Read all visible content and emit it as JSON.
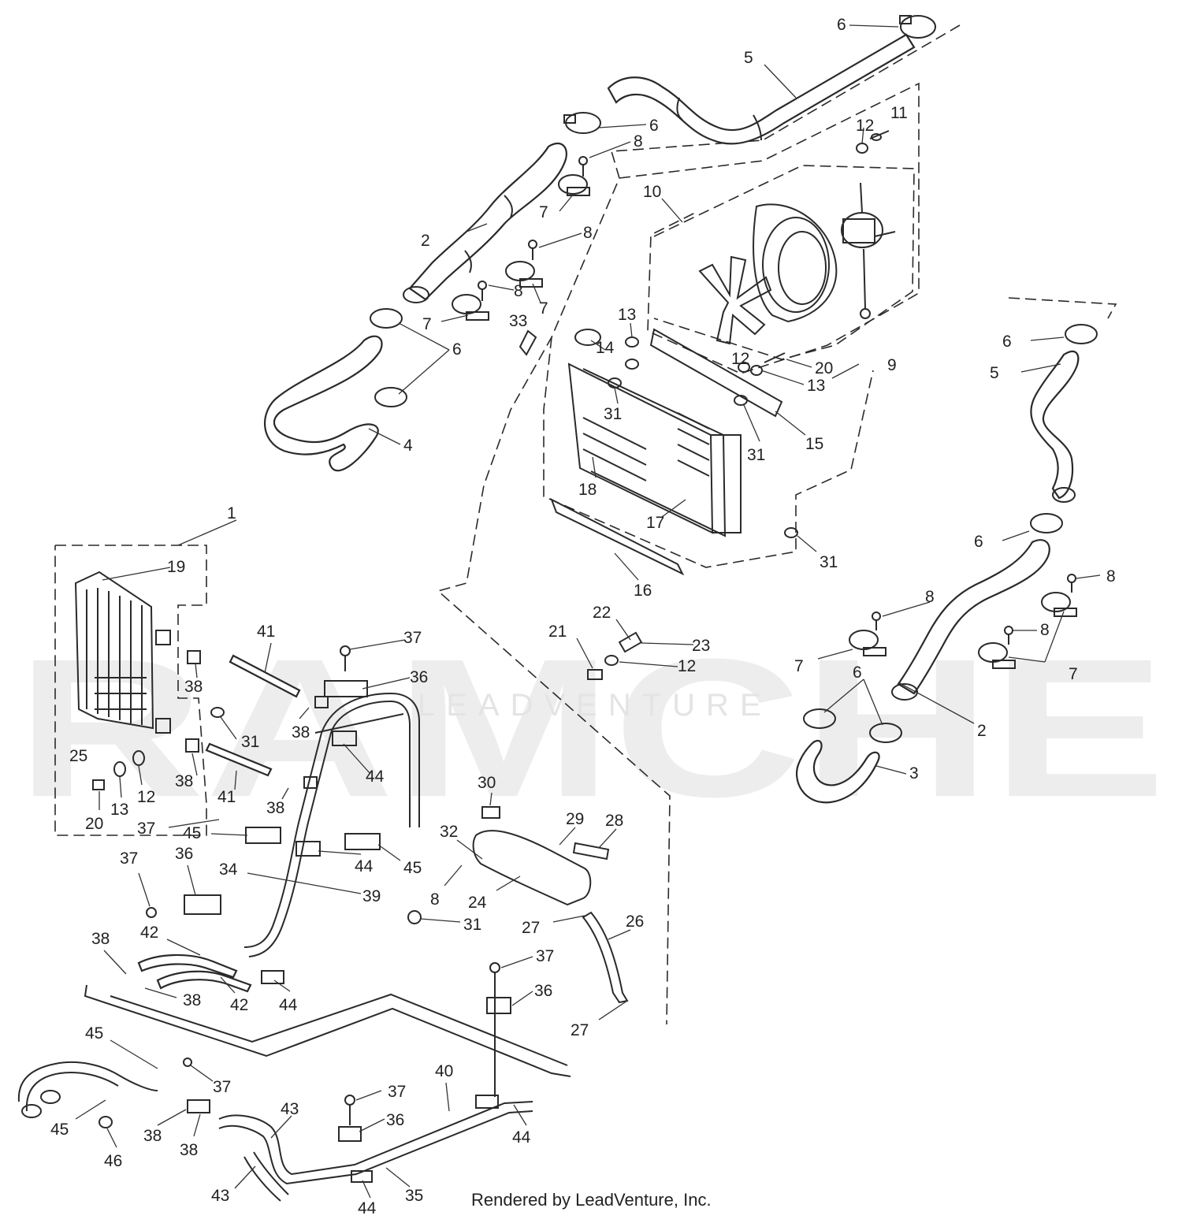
{
  "watermark": {
    "brand": "RAMCHE",
    "sub": "LEADVENTURE"
  },
  "credit": "Rendered by LeadVenture, Inc.",
  "labels": {
    "l6a": "6",
    "l5a": "5",
    "l6b": "6",
    "l12a": "12",
    "l11": "11",
    "l8a": "8",
    "l2a": "2",
    "l7a": "7",
    "l10": "10",
    "l8b": "8",
    "l8c": "8",
    "l7b": "7",
    "l7c": "7",
    "l6c": "6",
    "l33": "33",
    "l13a": "13",
    "l14": "14",
    "l4": "4",
    "l12b": "12",
    "l20a": "20",
    "l13b": "13",
    "l9": "9",
    "l31a": "31",
    "l15": "15",
    "l31b": "31",
    "l6d": "6",
    "l5b": "5",
    "l18": "18",
    "l17": "17",
    "l1": "1",
    "l19": "19",
    "l16": "16",
    "l31c": "31",
    "l6e": "6",
    "l8d": "8",
    "l8e": "8",
    "l8f": "8",
    "l22": "22",
    "l21": "21",
    "l23": "23",
    "l12c": "12",
    "l7d": "7",
    "l7e": "7",
    "l6f": "6",
    "l2b": "2",
    "l41a": "41",
    "l37a": "37",
    "l38a": "38",
    "l36a": "36",
    "l31d": "31",
    "l38b": "38",
    "l25": "25",
    "l38c": "38",
    "l44a": "44",
    "l41b": "41",
    "l3": "3",
    "l38d": "38",
    "l20b": "20",
    "l13c": "13",
    "l12d": "12",
    "l37b": "37",
    "l30": "30",
    "l45a": "45",
    "l32": "32",
    "l29": "29",
    "l28": "28",
    "l44b": "44",
    "l45b": "45",
    "l37c": "37",
    "l36b": "36",
    "l34": "34",
    "l39": "39",
    "l8g": "8",
    "l24": "24",
    "l31e": "31",
    "l27a": "27",
    "l26": "26",
    "l38e": "38",
    "l42a": "42",
    "l37d": "37",
    "l38f": "38",
    "l42b": "42",
    "l44c": "44",
    "l36c": "36",
    "l27b": "27",
    "l45c": "45",
    "l37e": "37",
    "l40": "40",
    "l37f": "37",
    "l43a": "43",
    "l36d": "36",
    "l45d": "45",
    "l38g": "38",
    "l38h": "38",
    "l44d": "44",
    "l46": "46",
    "l43b": "43",
    "l44e": "44",
    "l35": "35"
  }
}
